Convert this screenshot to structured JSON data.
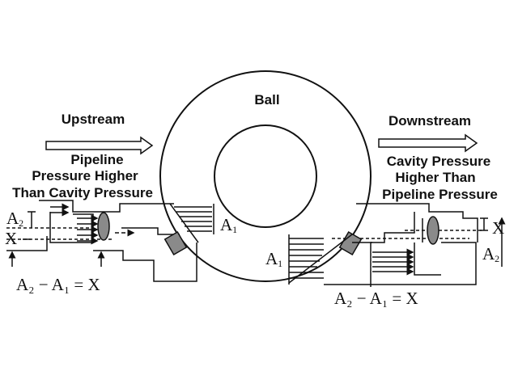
{
  "ball_label": "Ball",
  "upstream": {
    "label": "Upstream",
    "condition_lines": [
      "Pipeline",
      "Pressure Higher",
      "Than Cavity Pressure"
    ],
    "area_a2": "A",
    "area_a2_sub": "2",
    "offset_x": "X",
    "area_a1": "A",
    "area_a1_sub": "1",
    "equation": "A₂ − A₁ = X"
  },
  "downstream": {
    "label": "Downstream",
    "condition_lines": [
      "Cavity Pressure",
      "Higher Than",
      "Pipeline Pressure"
    ],
    "area_a1": "A",
    "area_a1_sub": "1",
    "area_a2": "A",
    "area_a2_sub": "2",
    "offset_x": "X",
    "equation": "A₂ − A₁ = X"
  },
  "colors": {
    "line": "#111111",
    "seal_fill": "#8a8a8a",
    "background": "#ffffff"
  }
}
